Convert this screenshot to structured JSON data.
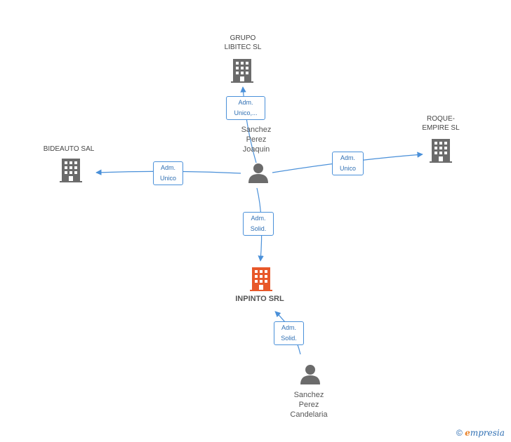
{
  "colors": {
    "edge": "#4a90d9",
    "company_icon": "#6b6b6b",
    "focus_icon": "#e8582a",
    "person_icon": "#6b6b6b"
  },
  "nodes": {
    "grupo_libitec": {
      "label": "GRUPO\nLIBITEC  SL",
      "icon": "building-icon"
    },
    "roque_empire": {
      "label": "ROQUE-\nEMPIRE SL",
      "icon": "building-icon"
    },
    "bideauto": {
      "label": "BIDEAUTO SAL",
      "icon": "building-icon"
    },
    "sanchez_joaquin": {
      "label": "Sanchez\nPerez\nJoaquin",
      "icon": "person-icon"
    },
    "inpinto": {
      "label": "INPINTO SRL",
      "icon": "building-icon"
    },
    "sanchez_candelaria": {
      "label": "Sanchez\nPerez\nCandelaria",
      "icon": "person-icon"
    }
  },
  "edges": {
    "to_grupo": "Adm.\nUnico,...",
    "to_roque": "Adm.\nUnico",
    "to_bideauto": "Adm.\nUnico",
    "to_inpinto_joaquin": "Adm.\nSolid.",
    "to_inpinto_candelaria": "Adm.\nSolid."
  },
  "footer": {
    "copyright_symbol": "©",
    "brand_first": "e",
    "brand_rest": "mpresia"
  }
}
